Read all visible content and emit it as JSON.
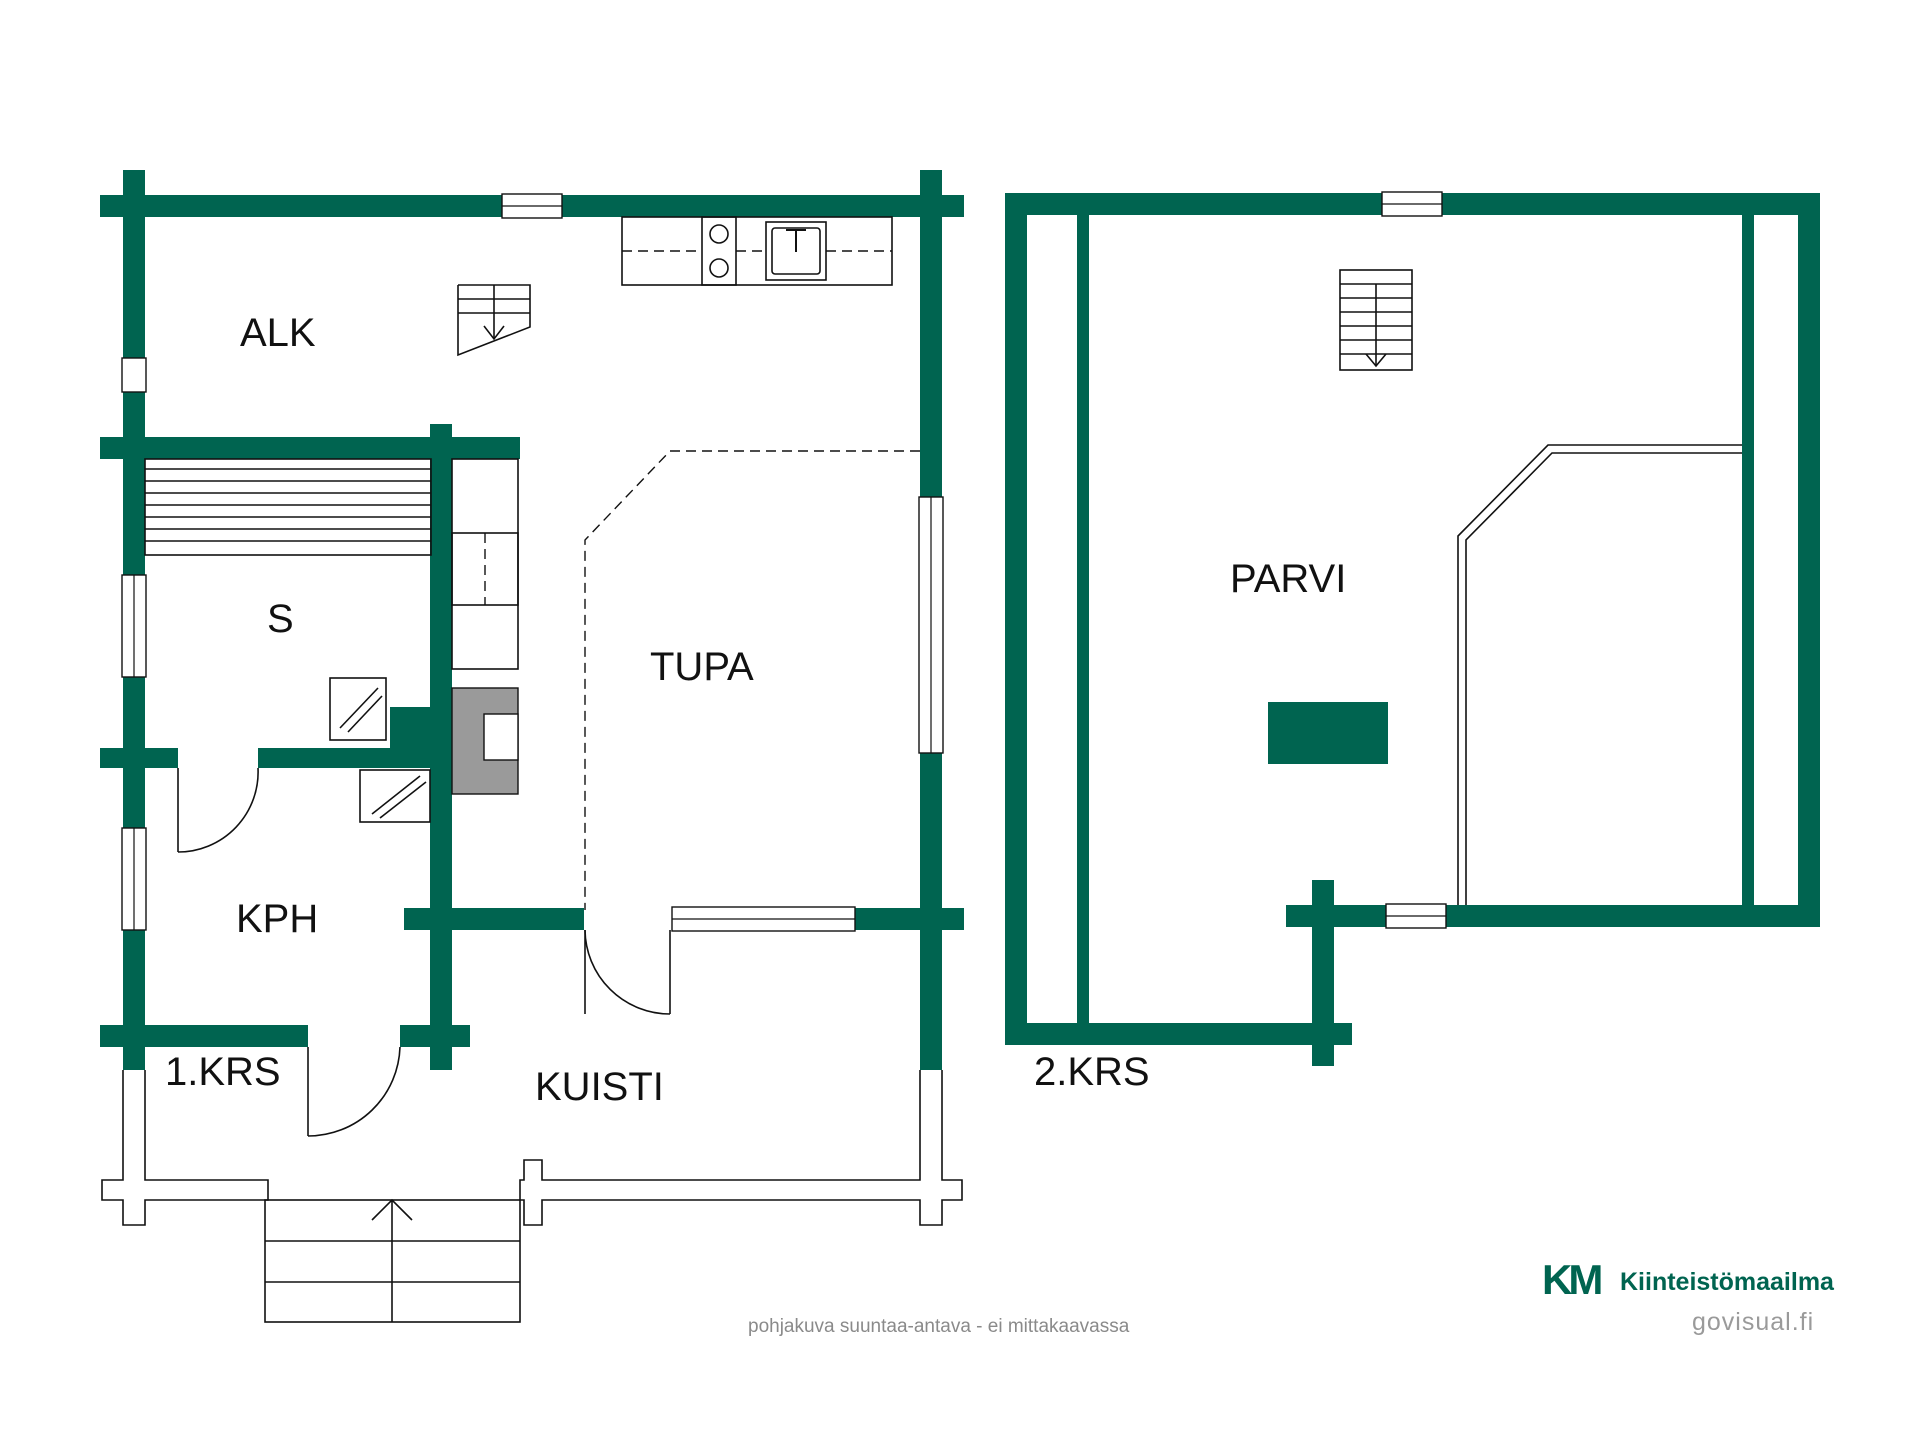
{
  "colors": {
    "wall": "#006450",
    "line": "#111111",
    "note": "#8a8a8a",
    "brand_green": "#006450",
    "brand_accent": "#16a56b"
  },
  "floor1": {
    "label": "1.KRS",
    "rooms": {
      "alk": "ALK",
      "s": "S",
      "kph": "KPH",
      "tupa": "TUPA",
      "kuisti": "KUISTI"
    }
  },
  "floor2": {
    "label": "2.KRS",
    "rooms": {
      "parvi": "PARVI"
    }
  },
  "footer": {
    "disclaimer": "pohjakuva suuntaa-antava - ei mittakaavassa",
    "brand_mark": "KM",
    "brand_name": "Kiinteistömaailma",
    "site": "govisual.fi"
  }
}
